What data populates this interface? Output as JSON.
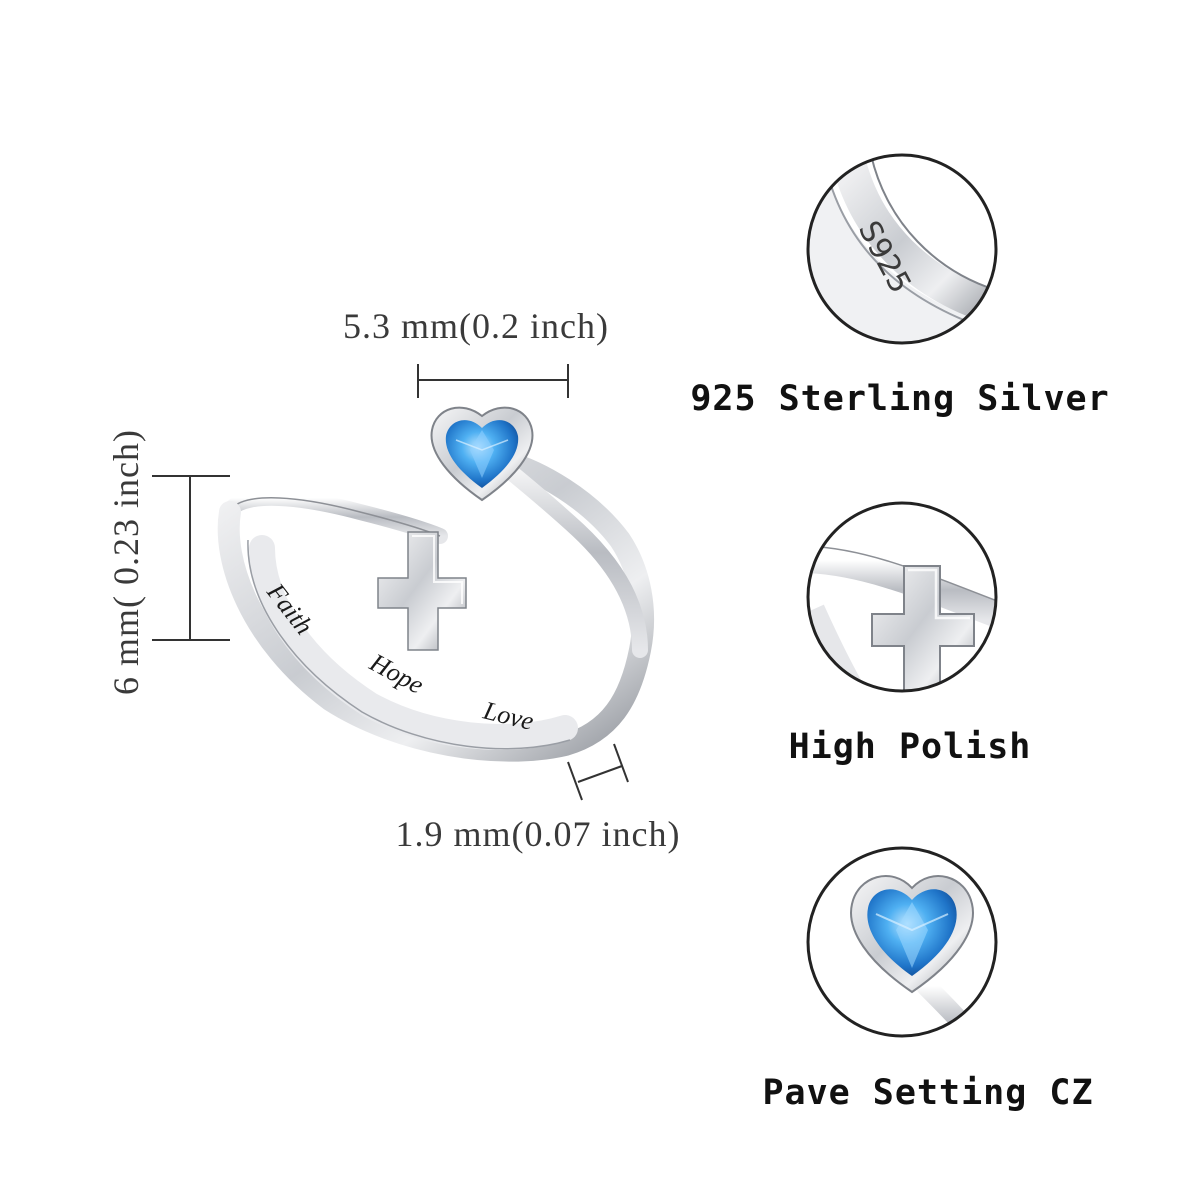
{
  "dimensions": {
    "width": "5.3 mm(0.2 inch)",
    "height": "6 mm( 0.23 inch)",
    "band": "1.9 mm(0.07 inch)"
  },
  "engraving": {
    "word1": "Faith",
    "word2": "Hope",
    "word3": "Love"
  },
  "features": [
    {
      "label": "925 Sterling Silver",
      "detail": "S925",
      "icon": "s925-stamp-closeup"
    },
    {
      "label": "High Polish",
      "icon": "cross-closeup"
    },
    {
      "label": "Pave Setting CZ",
      "icon": "heart-stone-closeup"
    }
  ],
  "colors": {
    "silver": "#d9dbde",
    "stone": "#2a88d8",
    "dimension_line": "#333333"
  }
}
